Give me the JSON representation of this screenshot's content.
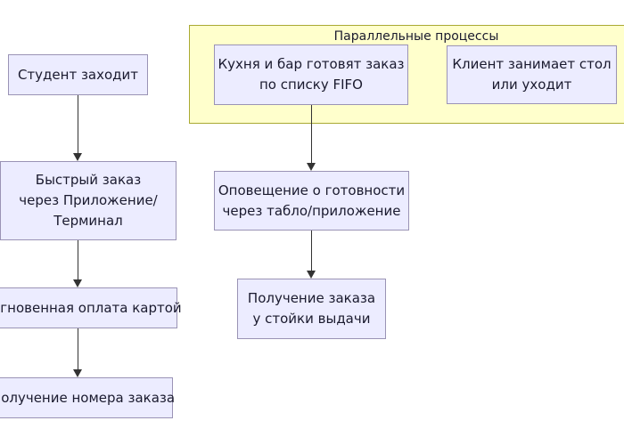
{
  "diagram": {
    "container": {
      "title": "Параллельные процессы"
    },
    "nodes": {
      "student_enters": {
        "lines": [
          "Студент заходит"
        ]
      },
      "quick_order": {
        "lines": [
          "Быстрый заказ",
          "через Приложение/",
          "Терминал"
        ]
      },
      "instant_payment": {
        "lines": [
          "Мгновенная оплата картой"
        ]
      },
      "get_order_number": {
        "lines": [
          "Получение номера заказа"
        ]
      },
      "kitchen_prepares": {
        "lines": [
          "Кухня и бар готовят заказ",
          "по списку FIFO"
        ]
      },
      "client_takes_table": {
        "lines": [
          "Клиент занимает стол",
          "или уходит"
        ]
      },
      "ready_notification": {
        "lines": [
          "Оповещение о готовности",
          "через табло/приложение"
        ]
      },
      "pickup_order": {
        "lines": [
          "Получение заказа",
          "у стойки выдачи"
        ]
      }
    },
    "colors": {
      "node_fill": "#ECECFF",
      "node_border": "#9a93b5",
      "container_fill": "#ffffcc",
      "container_border": "#aaaa33",
      "arrow": "#333333",
      "text": "#1a1a2e"
    }
  }
}
